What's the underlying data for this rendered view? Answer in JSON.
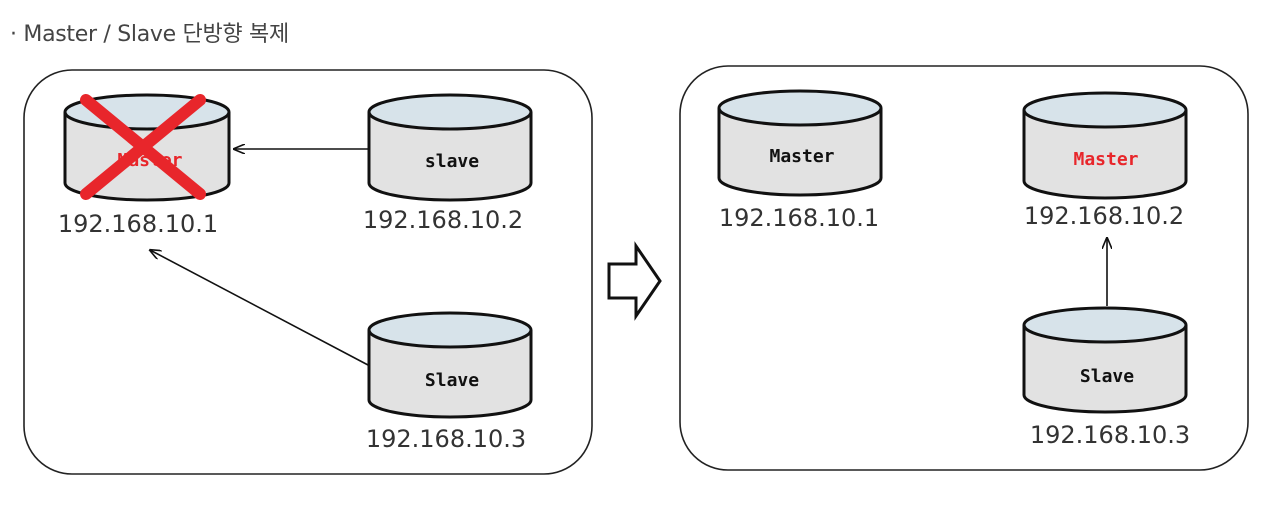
{
  "heading": "Master / Slave 단방향 복제",
  "bullet": "·",
  "colors": {
    "cylinder_fill": "#e2e2e2",
    "cylinder_top": "#d7e3ea",
    "stroke": "#111111",
    "failed_cross": "#e8262b",
    "promoted_label": "#e8262b",
    "label_text": "#111111",
    "ip_text": "#333333"
  },
  "before": {
    "failed_master": {
      "label": "Master",
      "ip": "192.168.10.1",
      "status": "failed"
    },
    "slave_a": {
      "label": "slave",
      "ip": "192.168.10.2"
    },
    "slave_b": {
      "label": "Slave",
      "ip": "192.168.10.3"
    }
  },
  "after": {
    "old_master": {
      "label": "Master",
      "ip": "192.168.10.1"
    },
    "new_master": {
      "label": "Master",
      "ip": "192.168.10.2",
      "status": "promoted"
    },
    "slave": {
      "label": "Slave",
      "ip": "192.168.10.3"
    }
  },
  "transition_icon": "right-arrow-icon"
}
